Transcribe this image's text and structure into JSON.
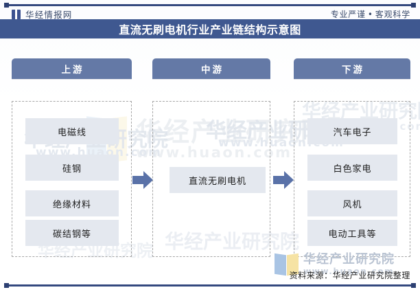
{
  "header": {
    "brand_name": "华经情报网",
    "brand_icon": "book-mark-icon",
    "tagline_left": "专业严谨",
    "tagline_dot": "•",
    "tagline_right": "客观科学",
    "title": "直流无刷电机行业产业链结构示意图",
    "title_bar_color": "#3f5890",
    "rule_color": "#34497f"
  },
  "columns": [
    {
      "key": "upstream",
      "label": "上游",
      "items": [
        "电磁线",
        "硅钢",
        "绝缘材料",
        "碳结钢等"
      ]
    },
    {
      "key": "midstream",
      "label": "中游",
      "items": [
        "直流无刷电机"
      ]
    },
    {
      "key": "downstream",
      "label": "下游",
      "items": [
        "汽车电子",
        "白色家电",
        "风机",
        "电动工具等"
      ]
    }
  ],
  "arrows": [
    {
      "name": "arrow-upstream-to-midstream",
      "direction": "right",
      "color": "#5a72a8"
    },
    {
      "name": "arrow-midstream-to-downstream",
      "direction": "right",
      "color": "#5a72a8"
    }
  ],
  "footer": {
    "source": "资料来源：华经产业研究院整理"
  },
  "watermark": {
    "name": "华经产业研究院",
    "url": "www.huaon.com",
    "logo_colors": [
      "#8fb3dd",
      "#f2d98c"
    ]
  },
  "palette": {
    "header_chip": "#6479a6",
    "item_chip": "#e4e8ef",
    "dashed_border": "#a6a6a6",
    "title_band": "#3f5890",
    "text_dark": "#1d1d1d",
    "brand_blue": "#3a4a6b"
  }
}
